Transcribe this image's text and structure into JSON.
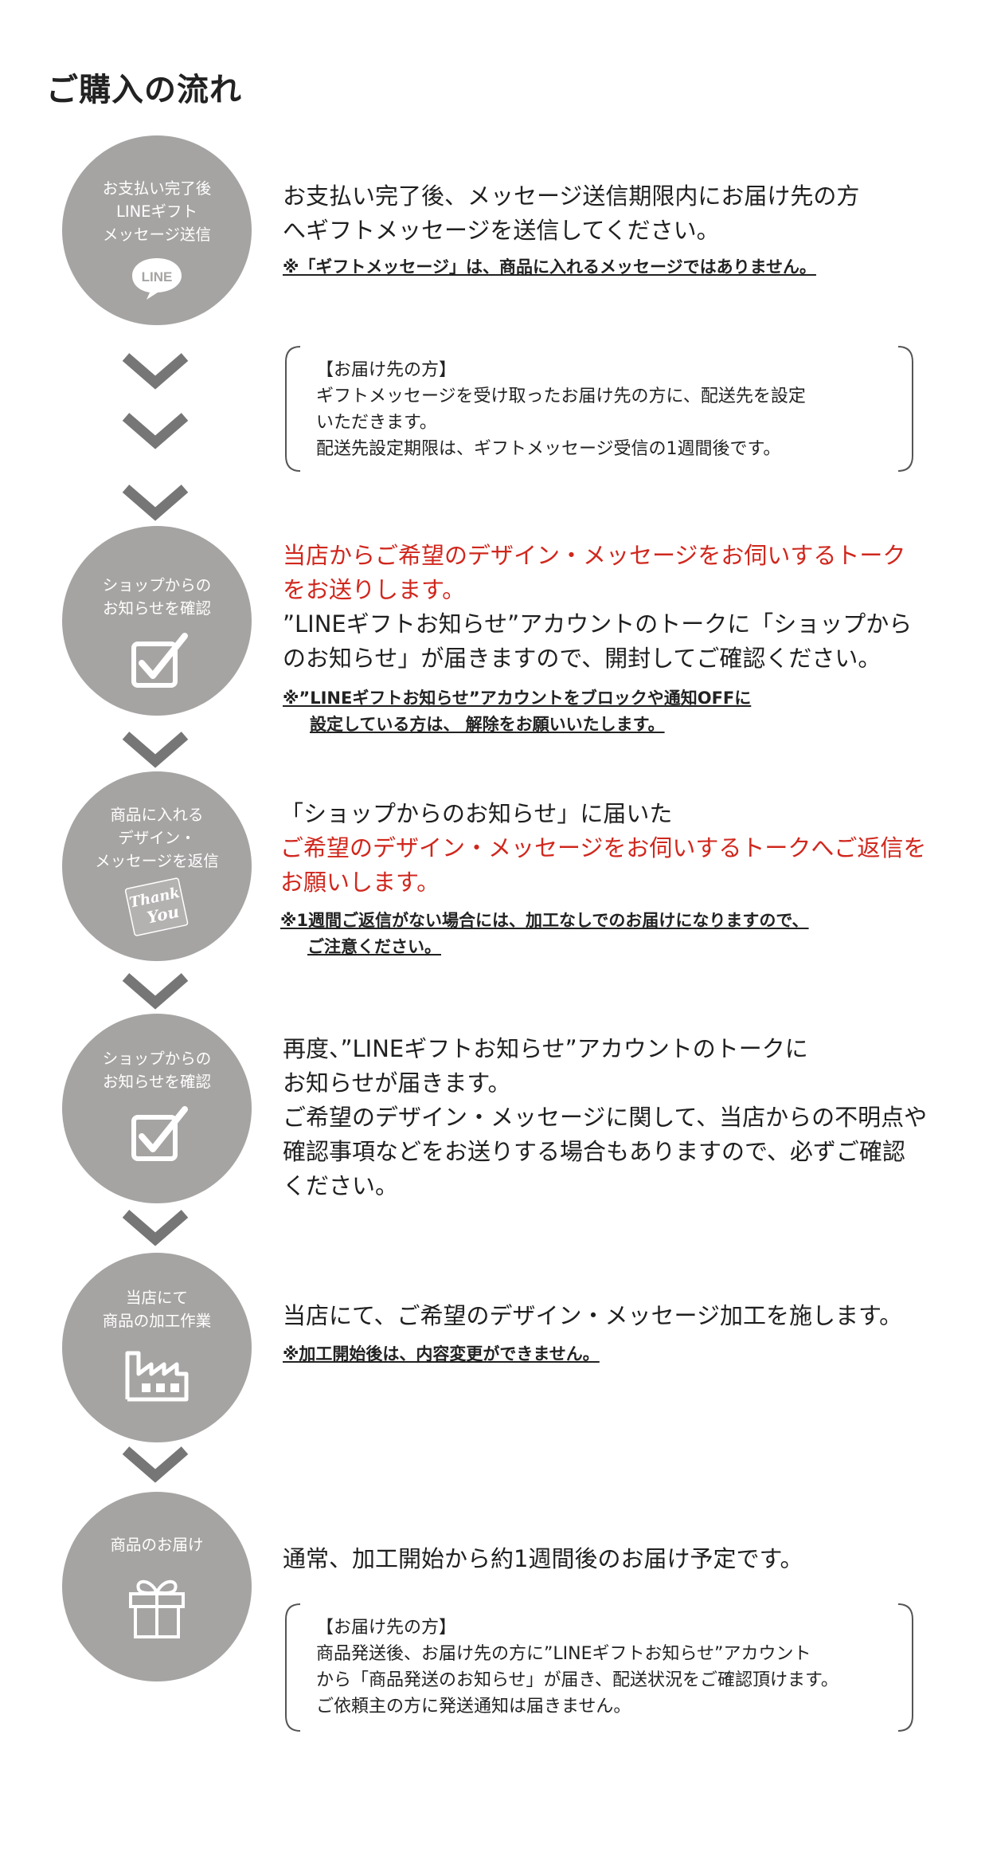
{
  "page_title": "ご購入の流れ",
  "colors": {
    "circle": "#a6a4a3",
    "chevron": "#767676",
    "accent_red": "#d0271d"
  },
  "steps": [
    {
      "circle_lines": [
        "お支払い完了後",
        "LINEギフト",
        "メッセージ送信"
      ],
      "icon": "line-speech-bubble-icon",
      "icon_text": "LINE",
      "main": [
        "お支払い完了後、メッセージ送信期限内にお届け先の方",
        "へギフトメッセージを送信してください。"
      ],
      "note": [
        "※「ギフトメッセージ」は、商品に入れるメッセージではありません。"
      ],
      "box_lines": [
        "【お届け先の方】",
        "ギフトメッセージを受け取ったお届け先の方に、配送先を設定",
        "いただきます。",
        "配送先設定期限は、ギフトメッセージ受信の1週間後です。"
      ]
    },
    {
      "circle_lines": [
        "ショップからの",
        "お知らせを確認"
      ],
      "icon": "checkbox-icon",
      "main_red": [
        "当店からご希望のデザイン・メッセージをお伺いするトーク",
        "をお送りします。"
      ],
      "main": [
        "”LINEギフトお知らせ”アカウントのトークに「ショップから",
        "のお知らせ」が届きますので、開封してご確認ください。"
      ],
      "note": [
        "※”LINEギフトお知らせ”アカウントをブロックや通知OFFに",
        "設定している方は、 解除をお願いいたします。"
      ]
    },
    {
      "circle_lines": [
        "商品に入れる",
        "デザイン・",
        "メッセージを返信"
      ],
      "icon": "thank-you-card-icon",
      "icon_text": [
        "Thank",
        "You"
      ],
      "main": [
        "「ショップからのお知らせ」に届いた"
      ],
      "main_red": [
        "ご希望のデザイン・メッセージをお伺いするトークへご返信を",
        "お願いします。"
      ],
      "note": [
        "※1週間ご返信がない場合には、加工なしでのお届けになりますので、",
        "ご注意ください。"
      ]
    },
    {
      "circle_lines": [
        "ショップからの",
        "お知らせを確認"
      ],
      "icon": "checkbox-icon",
      "main": [
        "再度、”LINEギフトお知らせ”アカウントのトークに",
        "お知らせが届きます。",
        "ご希望のデザイン・メッセージに関して、当店からの不明点や",
        "確認事項などをお送りする場合もありますので、必ずご確認",
        "ください。"
      ]
    },
    {
      "circle_lines": [
        "当店にて",
        "商品の加工作業"
      ],
      "icon": "factory-icon",
      "main": [
        "当店にて、ご希望のデザイン・メッセージ加工を施します。"
      ],
      "note": [
        "※加工開始後は、内容変更ができません。"
      ]
    },
    {
      "circle_lines": [
        "商品のお届け"
      ],
      "icon": "gift-box-icon",
      "main": [
        "通常、加工開始から約1週間後のお届け予定です。"
      ],
      "box_lines": [
        "【お届け先の方】",
        "商品発送後、お届け先の方に”LINEギフトお知らせ”アカウント",
        "から「商品発送のお知らせ」が届き、配送状況をご確認頂けます。",
        "ご依頼主の方に発送通知は届きません。"
      ]
    }
  ]
}
